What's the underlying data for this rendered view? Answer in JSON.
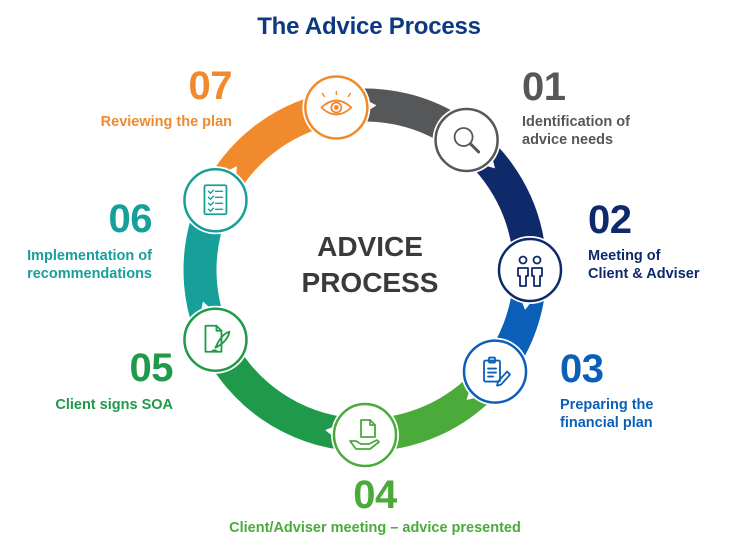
{
  "title": "The Advice Process",
  "center": {
    "line1": "ADVICE",
    "line2": "PROCESS"
  },
  "steps": [
    {
      "number": "01",
      "label_lines": [
        "Identification of",
        "advice needs"
      ],
      "color": "#555759",
      "icon": "magnifier-icon"
    },
    {
      "number": "02",
      "label_lines": [
        "Meeting of",
        "Client & Adviser"
      ],
      "color": "#0e2a6b",
      "icon": "people-icon"
    },
    {
      "number": "03",
      "label_lines": [
        "Preparing the",
        "financial plan"
      ],
      "color": "#0b5fb8",
      "icon": "clipboard-pen-icon"
    },
    {
      "number": "04",
      "label_lines": [
        "Client/Adviser meeting – advice presented"
      ],
      "color": "#4aaa3a",
      "icon": "document-hand-icon"
    },
    {
      "number": "05",
      "label_lines": [
        "Client signs SOA"
      ],
      "color": "#1f9a4a",
      "icon": "signing-document-icon"
    },
    {
      "number": "06",
      "label_lines": [
        "Implementation of",
        "recommendations"
      ],
      "color": "#16a099",
      "icon": "checklist-icon"
    },
    {
      "number": "07",
      "label_lines": [
        "Reviewing the plan"
      ],
      "color": "#f08a2c",
      "icon": "eye-icon"
    }
  ]
}
